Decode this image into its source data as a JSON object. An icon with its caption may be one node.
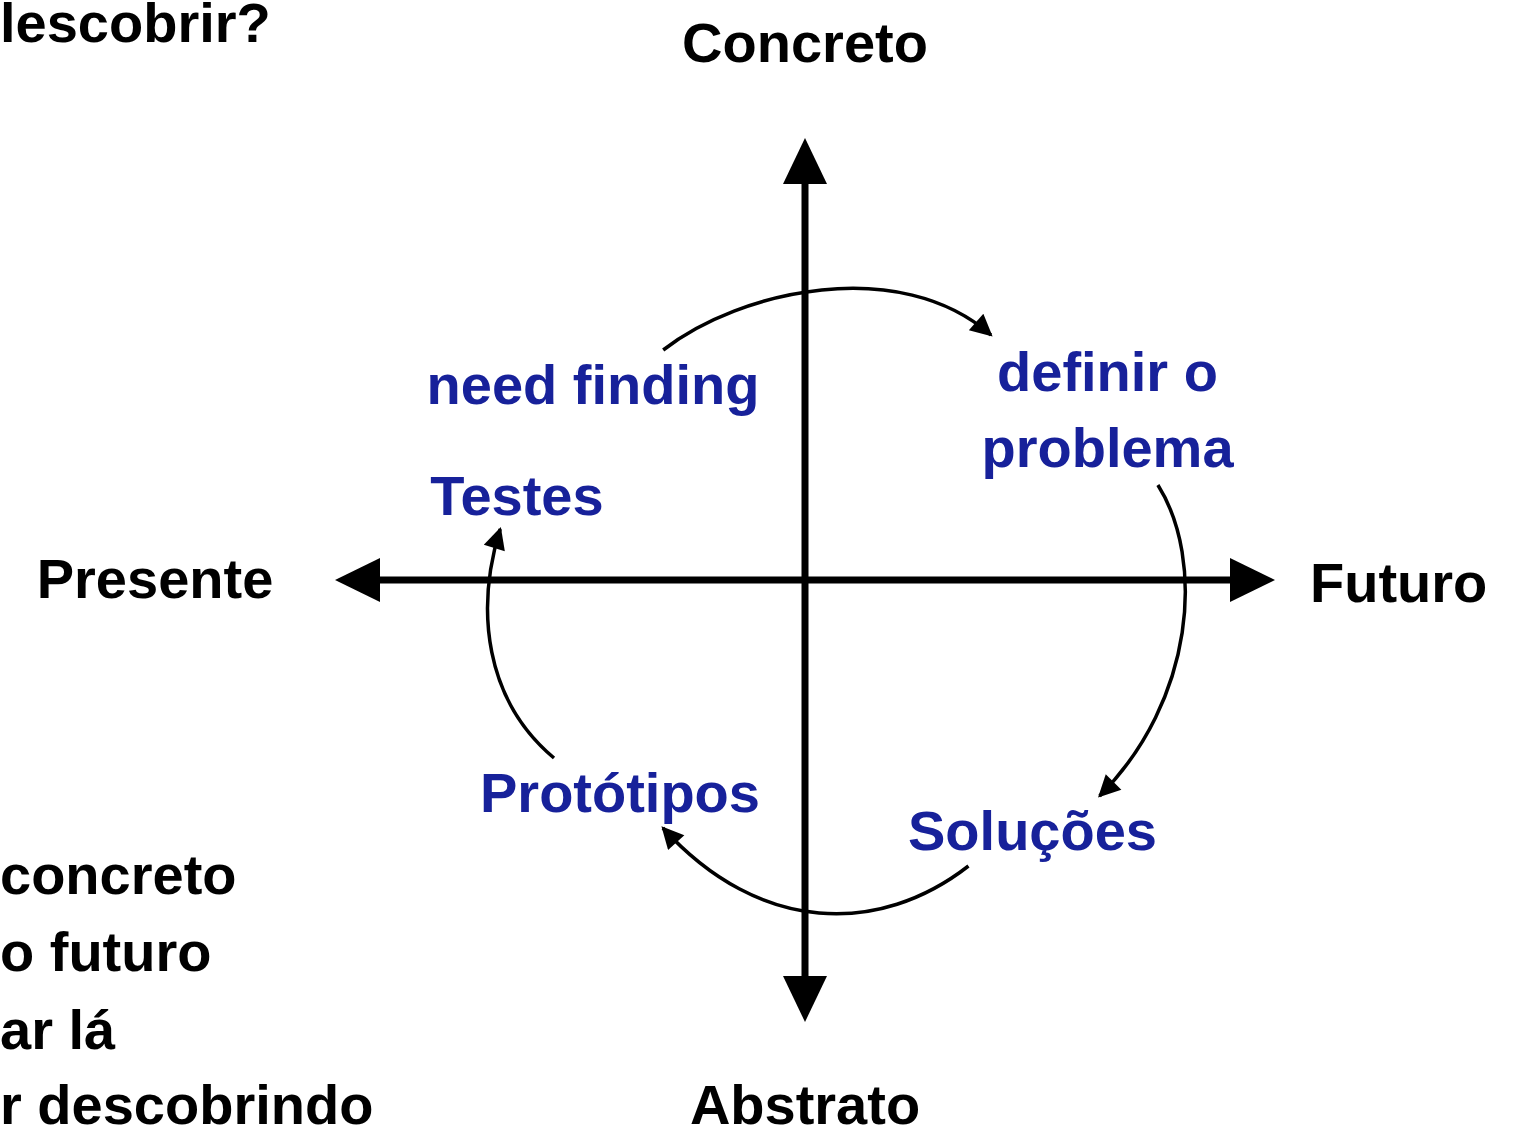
{
  "diagram": {
    "nodes": [
      {
        "text": [
          "need finding"
        ]
      },
      {
        "text": [
          "definir o problema"
        ]
      },
      {
        "text": [
          "Soluções"
        ]
      },
      {
        "text": [
          "Protótipos"
        ]
      },
      {
        "text": [
          "Testes"
        ]
      }
    ],
    "edges": [
      {
        "from": 0,
        "to": 1,
        "arrow": "to"
      },
      {
        "from": 1,
        "to": 2,
        "arrow": "to"
      },
      {
        "from": 2,
        "to": 3,
        "arrow": "to"
      },
      {
        "from": 3,
        "to": 4,
        "arrow": "to"
      }
    ],
    "labels": [
      "lescobrir?",
      "Concreto",
      "Presente",
      "Futuro",
      "concreto",
      "o futuro",
      "ar lá",
      "Abstrato",
      "r descobrindo"
    ]
  }
}
